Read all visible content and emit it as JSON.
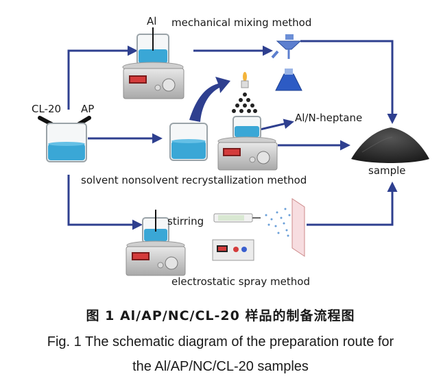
{
  "labels": {
    "al": "Al",
    "mechanical": "mechanical mixing method",
    "cl20": "CL-20",
    "ap": "AP",
    "al_heptane": "Al/N-heptane",
    "sample": "sample",
    "solvent": "solvent nonsolvent recrystallization method",
    "stirring": "stirring",
    "electrostatic": "electrostatic spray method"
  },
  "caption": {
    "cn": "图 1   Al/AP/NC/CL-20 样品的制备流程图",
    "en_line1": "Fig. 1    The schematic diagram of the preparation route for",
    "en_line2": "the Al/AP/NC/CL-20 samples"
  },
  "colors": {
    "arrow": "#2e3f8f",
    "liquid": "#3aa7d6",
    "hotplate": "#b9b9b9",
    "sample_pile": "#2b2b2b"
  }
}
